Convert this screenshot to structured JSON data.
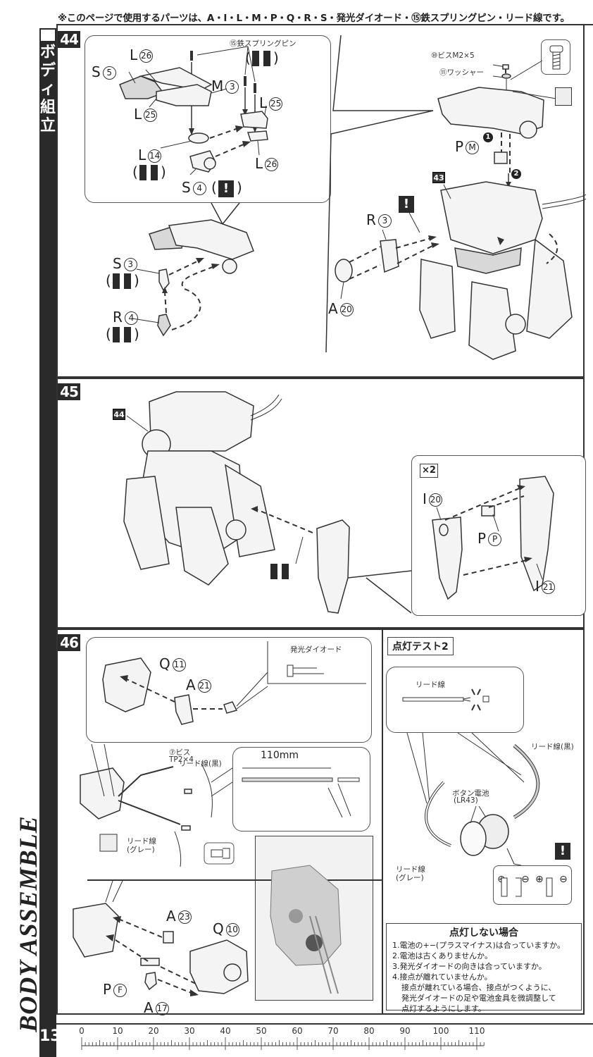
{
  "header": {
    "parts_note": "※このページで使用するパーツは、A・I・L・M・P・Q・R・S・発光ダイオード・⑮鉄スプリングピン・リード線です。"
  },
  "sidebar": {
    "section_title_chars": [
      "ボ",
      "デ",
      "ィ",
      "組",
      "立"
    ],
    "english_title": "BODY ASSEMBLE",
    "page_number": "13"
  },
  "steps": {
    "s44": {
      "number": "44",
      "detail_box": {
        "spring_pin_label": "⑮鉄スプリングピン",
        "parts": [
          {
            "letter": "L",
            "num": "26",
            "id": "l26-top"
          },
          {
            "letter": "S",
            "num": "5",
            "id": "s5"
          },
          {
            "letter": "M",
            "num": "3",
            "id": "m3"
          },
          {
            "letter": "L",
            "num": "25",
            "id": "l25-left"
          },
          {
            "letter": "L",
            "num": "25",
            "id": "l25-right"
          },
          {
            "letter": "L",
            "num": "14",
            "id": "l14"
          },
          {
            "letter": "L",
            "num": "26",
            "id": "l26-bottom"
          },
          {
            "letter": "S",
            "num": "4",
            "id": "s4"
          }
        ]
      },
      "lower_left": {
        "parts": [
          {
            "letter": "S",
            "num": "3"
          },
          {
            "letter": "R",
            "num": "4"
          }
        ]
      },
      "right_panel": {
        "screw_label": "⑩ビスM2×5",
        "washer_label": "⑪ワッシャー",
        "step_marks": [
          "1",
          "2"
        ],
        "part_pm": {
          "letter": "P",
          "num": "M"
        },
        "ref_step": "43",
        "parts": [
          {
            "letter": "R",
            "num": "3"
          },
          {
            "letter": "A",
            "num": "20"
          }
        ]
      }
    },
    "s45": {
      "number": "45",
      "ref_step": "44",
      "detail_box": {
        "multiplier": "×2",
        "parts": [
          {
            "letter": "I",
            "num": "20"
          },
          {
            "letter": "P",
            "num": "P"
          },
          {
            "letter": "I",
            "num": "21"
          }
        ]
      }
    },
    "s46": {
      "number": "46",
      "led_box": {
        "title": "発光ダイオード",
        "parts": [
          {
            "letter": "Q",
            "num": "11"
          },
          {
            "letter": "A",
            "num": "21"
          }
        ]
      },
      "screw_label_1": "⑦ビス",
      "screw_label_2": "TP2×4",
      "lead_black": "リード線(黒)",
      "lead_gray_1": "リード線",
      "lead_gray_2": "(グレー)",
      "cut_length": "110mm",
      "lower": {
        "parts": [
          {
            "letter": "A",
            "num": "23"
          },
          {
            "letter": "Q",
            "num": "10"
          },
          {
            "letter": "P",
            "num": "F"
          },
          {
            "letter": "A",
            "num": "17"
          }
        ]
      }
    }
  },
  "light_test": {
    "title": "点灯テスト2",
    "lead_label": "リード線",
    "lead_black": "リード線(黒)",
    "battery_label_1": "ボタン電池",
    "battery_label_2": "(LR43)",
    "lead_gray_1": "リード線",
    "lead_gray_2": "(グレー)",
    "polarity": [
      "⊕",
      "⊖",
      "⊕",
      "⊖"
    ]
  },
  "troubleshoot": {
    "title": "点灯しない場合",
    "items": [
      "1.電池の+−(プラスマイナス)は合っていますか。",
      "2.電池は古くありませんか。",
      "3.発光ダイオードの向きは合っていますか。",
      "4.接点が離れていませんか。"
    ],
    "detail": [
      "接点が離れている場合、接点がつくように、",
      "発光ダイオードの足や電池金具を微調整して",
      "点灯するようにします。"
    ]
  },
  "ruler": {
    "unit": "mm",
    "labels": [
      "0",
      "10",
      "20",
      "30",
      "40",
      "50",
      "60",
      "70",
      "80",
      "90",
      "100",
      "110"
    ]
  },
  "warning_symbol": "!"
}
